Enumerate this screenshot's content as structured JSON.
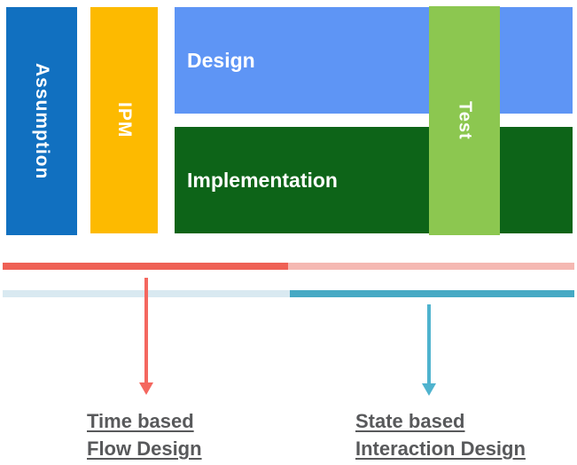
{
  "diagram": {
    "bars": {
      "assumption": {
        "label": "Assumption",
        "color": "#1170C0"
      },
      "ipm": {
        "label": "IPM",
        "color": "#FDBA00"
      },
      "design": {
        "label": "Design",
        "color": "#5E95F5"
      },
      "implementation": {
        "label": "Implementation",
        "color": "#0D6418"
      },
      "test": {
        "label": "Test",
        "color": "#8CC750"
      }
    },
    "timelines": {
      "time_strip": {
        "solid_color": "#EF6155",
        "faded_color": "#F5B8B2"
      },
      "state_strip": {
        "solid_color": "#46A9C4",
        "faded_color": "#D9E9F1"
      }
    },
    "annotations": {
      "time_based": {
        "line1": "Time based",
        "line2": "Flow Design",
        "arrow_color": "#F4675F",
        "text_color": "#58595B"
      },
      "state_based": {
        "line1": "State based",
        "line2": "Interaction Design",
        "arrow_color": "#4FB3CE",
        "text_color": "#58595B"
      }
    }
  }
}
